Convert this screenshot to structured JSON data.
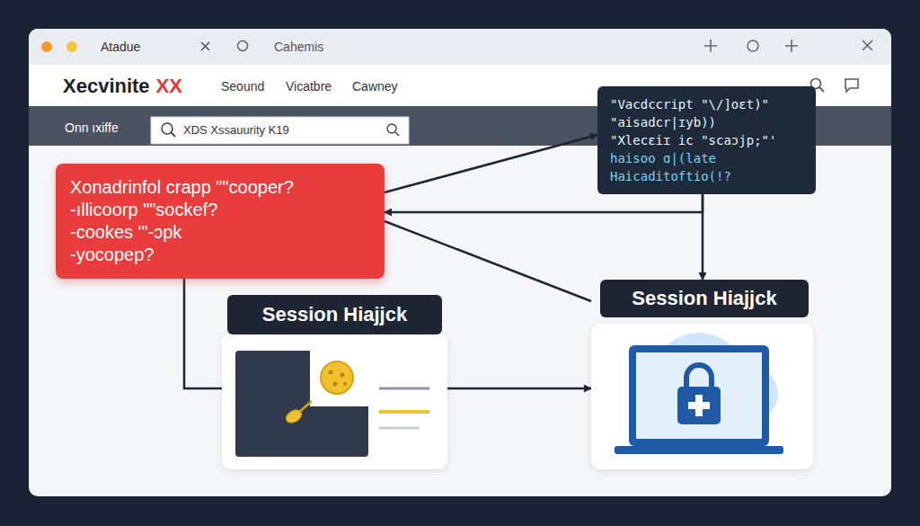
{
  "diagram": {
    "nodes": [
      {
        "text": [
          "Xonadrinfol crapp \"\"cooper?",
          "-ıllicoorp \"\"sockef?",
          "-cookes '\"-ɔpk",
          "-yocopep?"
        ]
      },
      {
        "text": [
          "\"Vacdccript \"\\/]oɛt)\"",
          "\"aisadcr|ɪyb))",
          "\"Xlecɛiɪ ic \"scaɔjp;\"'",
          "haisoo ɑ|(late",
          "Haicaditoftio(!?"
        ]
      },
      {
        "text": [
          "Session Hiajjck"
        ]
      },
      {
        "text": [
          "Session Hiajjck"
        ]
      }
    ],
    "edges": [
      {
        "from": 0,
        "to": 1,
        "arrow": "to"
      },
      {
        "from": 1,
        "to": 0,
        "arrow": "to"
      },
      {
        "from": 1,
        "to": 3,
        "arrow": "to"
      },
      {
        "from": 0,
        "to": 3,
        "arrow": "none"
      },
      {
        "from": 0,
        "to": 2,
        "arrow": "none"
      },
      {
        "from": 2,
        "to": 3,
        "arrow": "to"
      }
    ],
    "labels": [
      "Atadue",
      "Cahemis",
      "Xecvinite",
      "XX",
      "Seound",
      "Vicatbre",
      "Cawney",
      "Onn ıxiffe",
      "XDS Xssauurity K19"
    ]
  }
}
